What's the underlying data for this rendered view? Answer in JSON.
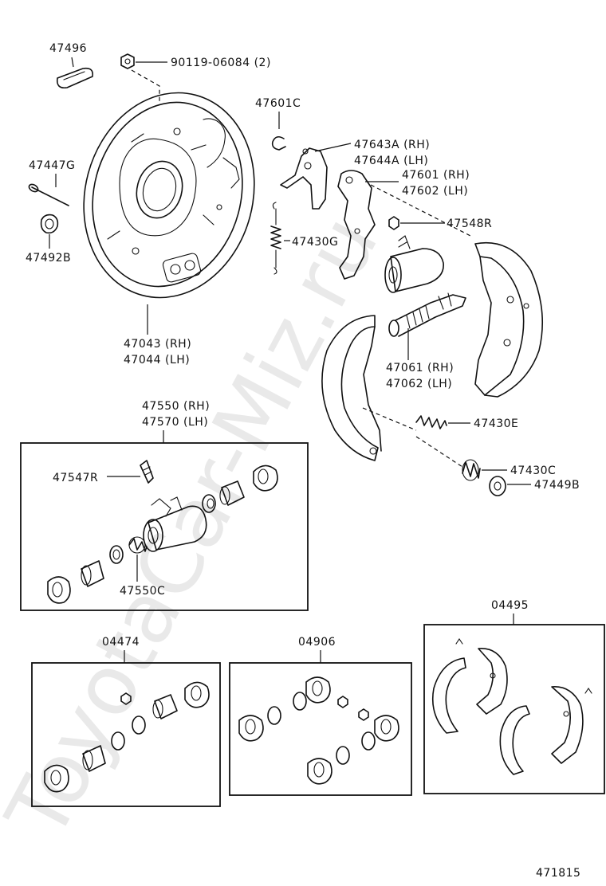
{
  "watermark": "ToyotaCar-Miz.ru",
  "figure_number": "471815",
  "labels": {
    "p47496": "47496",
    "p90119": "90119-06084 (2)",
    "p47447g": "47447G",
    "p47492b": "47492B",
    "p47043": "47043 (RH)",
    "p47044": "47044 (LH)",
    "p47601c": "47601C",
    "p47643a": "47643A (RH)",
    "p47644a": "47644A (LH)",
    "p47601": "47601 (RH)",
    "p47602": "47602 (LH)",
    "p47430g": "47430G",
    "p47548r": "47548R",
    "p47061": "47061 (RH)",
    "p47062": "47062 (LH)",
    "p47430e": "47430E",
    "p47430c": "47430C",
    "p47449b": "47449B",
    "p47550": "47550 (RH)",
    "p47570": "47570 (LH)",
    "p47547r": "47547R",
    "p47550c": "47550C",
    "kit04474": "04474",
    "kit04906": "04906",
    "kit04495": "04495"
  }
}
